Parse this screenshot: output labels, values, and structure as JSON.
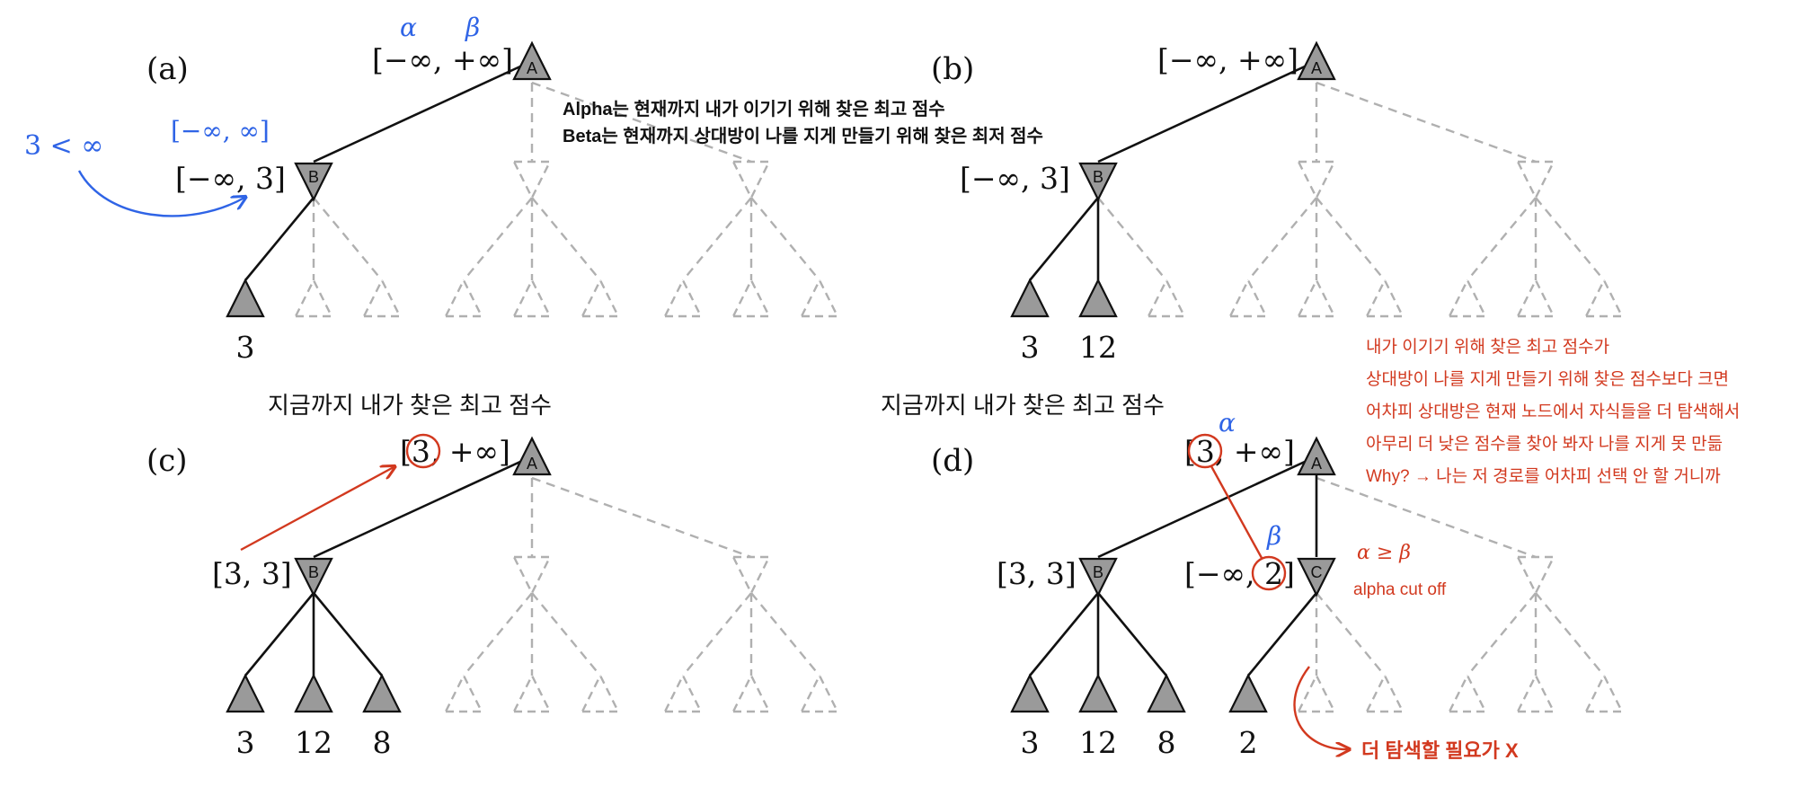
{
  "panels": [
    {
      "id": "a",
      "label": "(a)",
      "root": {
        "letter": "A",
        "bounds": "[−∞, +∞]"
      },
      "b": {
        "letter": "B",
        "bounds": "[−∞, 3]"
      },
      "leaves": [
        "3"
      ]
    },
    {
      "id": "b",
      "label": "(b)",
      "root": {
        "letter": "A",
        "bounds": "[−∞, +∞]"
      },
      "b": {
        "letter": "B",
        "bounds": "[−∞, 3]"
      },
      "leaves": [
        "3",
        "12"
      ]
    },
    {
      "id": "c",
      "label": "(c)",
      "root": {
        "letter": "A",
        "bounds": "[3, +∞]"
      },
      "b": {
        "letter": "B",
        "bounds": "[3, 3]"
      },
      "leaves": [
        "3",
        "12",
        "8"
      ]
    },
    {
      "id": "d",
      "label": "(d)",
      "root": {
        "letter": "A",
        "bounds": "[3, +∞]"
      },
      "b": {
        "letter": "B",
        "bounds": "[3, 3]"
      },
      "c": {
        "letter": "C",
        "bounds": "[−∞, 2]"
      },
      "leaves": [
        "3",
        "12",
        "8",
        "2"
      ]
    }
  ],
  "annotations": {
    "alpha_symbol": "α",
    "beta_symbol": "β",
    "blue_compare": "3 < ∞",
    "blue_interval": "[−∞, ∞]",
    "alpha_def": "Alpha는 현재까지 내가 이기기 위해 찾은 최고 점수",
    "beta_def": "Beta는 현재까지 상대방이 나를 지게 만들기 위해 찾은 최저 점수",
    "heading_c": "지금까지 내가 찾은 최고 점수",
    "heading_d": "지금까지 내가 찾은 최고 점수",
    "red_note": [
      "내가 이기기 위해 찾은 최고 점수가",
      "상대방이 나를 지게 만들기 위해 찾은 점수보다 크면",
      "어차피 상대방은 현재 노드에서 자식들을 더 탐색해서",
      "아무리 더 낮은 점수를 찾아 봐자 나를 지게 못 만듦",
      "Why? → 나는 저 경로를 어차피 선택 안 할 거니까"
    ],
    "cond": "α ≥ β",
    "cutoff": "alpha cut off",
    "no_need": "더 탐색할 필요가 X",
    "colors": {
      "blue": "#2f64e6",
      "red": "#d2391f",
      "node_fill": "#9a9a9a",
      "dashed": "#b0b0b0"
    }
  }
}
